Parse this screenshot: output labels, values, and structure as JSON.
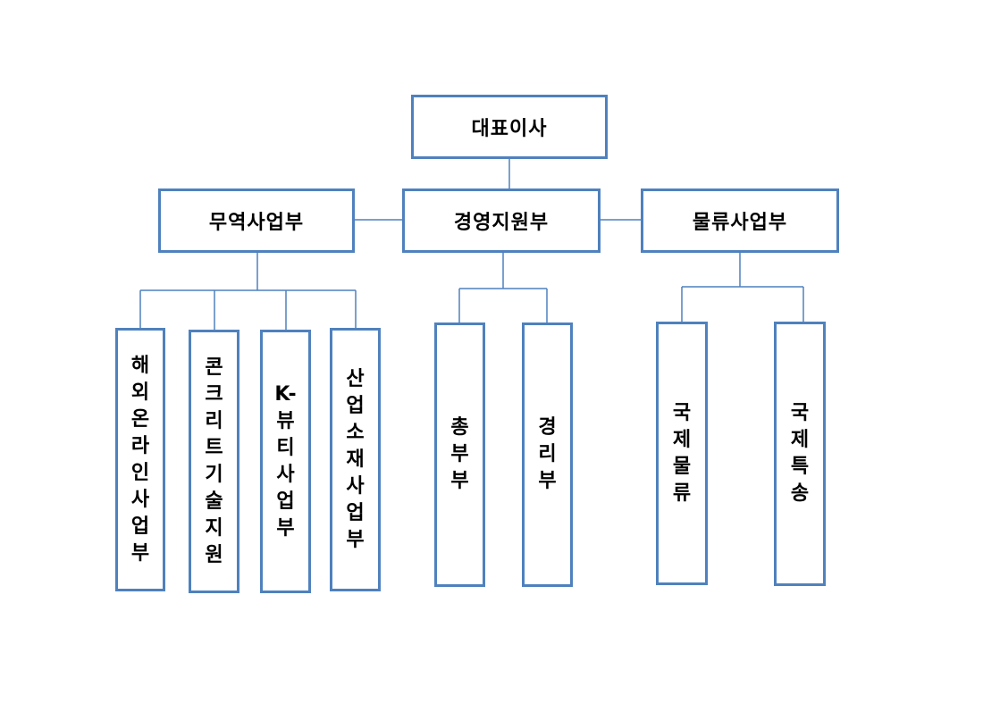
{
  "org_chart": {
    "ceo": "대표이사",
    "divisions": {
      "trade": {
        "name": "무역사업부",
        "teams": [
          "해외온라인사업부",
          "콘크리트기술지원",
          "K-뷰티사업부",
          "산업소재사업부"
        ]
      },
      "management": {
        "name": "경영지원부",
        "teams": [
          "총부부",
          "경리부"
        ]
      },
      "logistics": {
        "name": "물류사업부",
        "teams": [
          "국제물류",
          "국제특송"
        ]
      }
    }
  },
  "colors": {
    "box_border": "#4f81bd",
    "connector": "#4f81bd",
    "text": "#000000"
  }
}
